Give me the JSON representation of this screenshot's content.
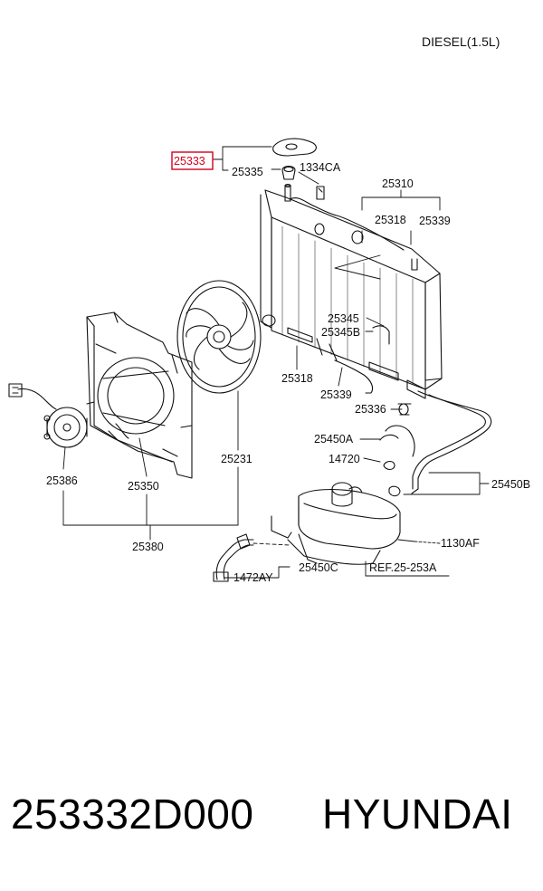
{
  "engine_label": "DIESEL(1.5L)",
  "highlighted_part": "25333",
  "callouts": {
    "p25333": "25333",
    "p25335": "25335",
    "p1334CA": "1334CA",
    "p25310": "25310",
    "p25318_top": "25318",
    "p25339_top": "25339",
    "p25345": "25345",
    "p25345B": "25345B",
    "p25318_mid": "25318",
    "p25339_mid": "25339",
    "p25336": "25336",
    "p25450A": "25450A",
    "p14720": "14720",
    "p25450B": "25450B",
    "p1130AF": "1130AF",
    "p25450C": "25450C",
    "p1472AY": "1472AY",
    "ref": "REF.25-253A",
    "p25386": "25386",
    "p25350": "25350",
    "p25231": "25231",
    "p25380": "25380"
  },
  "caption": {
    "part_number": "253332D000",
    "brand": "HYUNDAI"
  },
  "colors": {
    "line": "#111111",
    "highlight": "#d0021b"
  }
}
